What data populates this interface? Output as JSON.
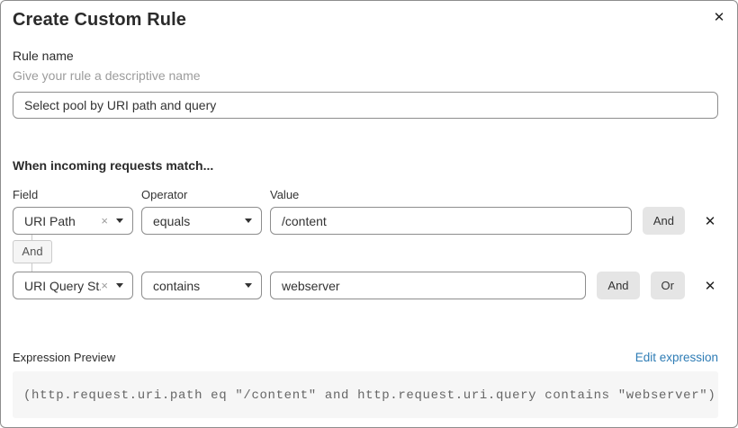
{
  "modal": {
    "title": "Create Custom Rule",
    "close_icon": "✕"
  },
  "rule_name": {
    "label": "Rule name",
    "hint": "Give your rule a descriptive name",
    "value": "Select pool by URI path and query"
  },
  "match": {
    "heading": "When incoming requests match...",
    "columns": {
      "field": "Field",
      "operator": "Operator",
      "value": "Value"
    },
    "connector_label": "And",
    "rows": [
      {
        "field": "URI Path",
        "clear_icon": "×",
        "operator": "equals",
        "value": "/content",
        "and_button": "And",
        "remove_icon": "✕"
      },
      {
        "field": "URI Query St...",
        "clear_icon": "×",
        "operator": "contains",
        "value": "webserver",
        "and_button": "And",
        "or_button": "Or",
        "remove_icon": "✕"
      }
    ]
  },
  "expression": {
    "label": "Expression Preview",
    "edit_link": "Edit expression",
    "code": "(http.request.uri.path eq \"/content\" and http.request.uri.query contains \"webserver\")"
  },
  "colors": {
    "link_blue": "#2e7cb5",
    "button_gray": "#e5e5e5",
    "input_border_gray": "#8d8d8d",
    "code_background": "#f6f6f6"
  }
}
